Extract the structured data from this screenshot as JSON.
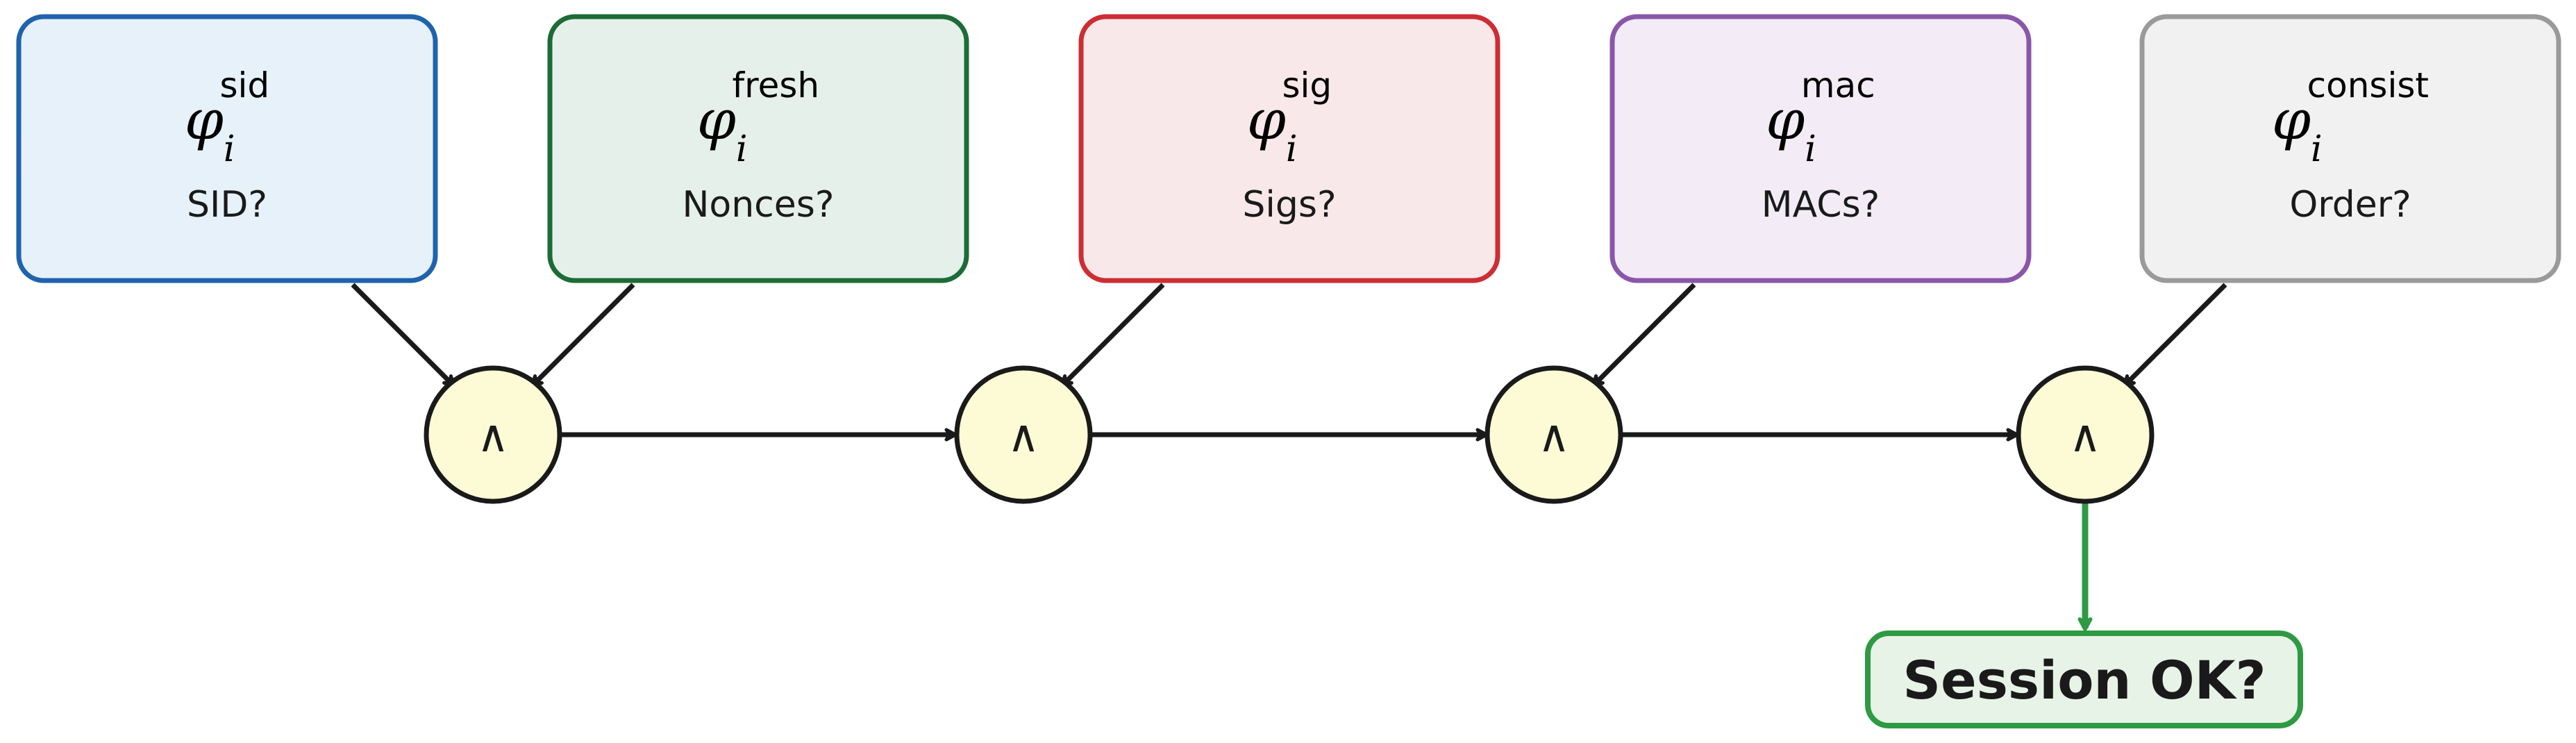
{
  "checks": [
    {
      "symbol": "φ",
      "subscript": "i",
      "superscript": "sid",
      "label": "SID?",
      "stroke": "#1f63ad",
      "fill": "#e6f1f9"
    },
    {
      "symbol": "φ",
      "subscript": "i",
      "superscript": "fresh",
      "label": "Nonces?",
      "stroke": "#1d6b36",
      "fill": "#e6f0eb"
    },
    {
      "symbol": "φ",
      "subscript": "i",
      "superscript": "sig",
      "label": "Sigs?",
      "stroke": "#cc2e33",
      "fill": "#f9e8ea"
    },
    {
      "symbol": "φ",
      "subscript": "i",
      "superscript": "mac",
      "label": "MACs?",
      "stroke": "#8957aa",
      "fill": "#f3ecf6"
    },
    {
      "symbol": "φ",
      "subscript": "i",
      "superscript": "consist",
      "label": "Order?",
      "stroke": "#9a9a9a",
      "fill": "#f1f1f1"
    }
  ],
  "and_nodes": [
    {
      "symbol": "∧"
    },
    {
      "symbol": "∧"
    },
    {
      "symbol": "∧"
    },
    {
      "symbol": "∧"
    }
  ],
  "result": {
    "label": "Session OK?",
    "stroke": "#2e9a43",
    "fill": "#e8f3e8"
  },
  "colors": {
    "and_node_fill": "#fdfbd6",
    "and_node_stroke": "#1a1a1a",
    "edge": "#1a1a1a",
    "result_edge": "#2e9a43"
  }
}
